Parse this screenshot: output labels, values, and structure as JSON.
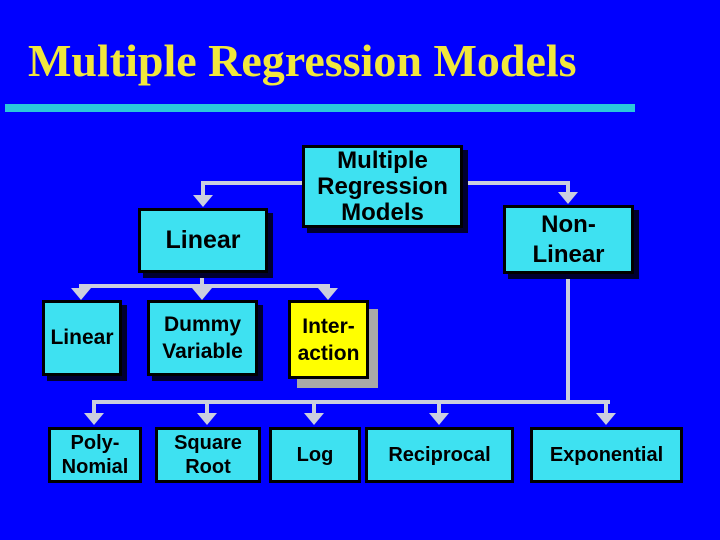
{
  "slide": {
    "title": "Multiple Regression Models"
  },
  "colors": {
    "background": "#0000FF",
    "title_text": "#F1E73D",
    "title_rule": "#2BC7DC",
    "node_fill": "#3EE1F1",
    "node_border": "#000000",
    "node_text": "#000000",
    "highlight_fill": "#FFFF00",
    "highlight_shadow": "#A8A8A8",
    "cyan_node_shadow": "#000030",
    "connector": "#CBCEDE"
  },
  "diagram": {
    "type": "hierarchy-tree",
    "nodes": {
      "root": {
        "label": "Multiple\nRegression\nModels"
      },
      "linear_branch": {
        "label": "Linear"
      },
      "nonlinear_branch": {
        "label": "Non-\nLinear"
      },
      "linear_model": {
        "label": "Linear"
      },
      "dummy_variable": {
        "label": "Dummy\nVariable"
      },
      "interaction": {
        "label": "Inter-\naction",
        "highlighted": true
      },
      "polynomial": {
        "label": "Poly-\nNomial"
      },
      "square_root": {
        "label": "Square\nRoot"
      },
      "log": {
        "label": "Log"
      },
      "reciprocal": {
        "label": "Reciprocal"
      },
      "exponential": {
        "label": "Exponential"
      }
    },
    "edges": [
      {
        "from": "root",
        "to": "linear_branch"
      },
      {
        "from": "root",
        "to": "nonlinear_branch"
      },
      {
        "from": "linear_branch",
        "to": "linear_model"
      },
      {
        "from": "linear_branch",
        "to": "dummy_variable"
      },
      {
        "from": "linear_branch",
        "to": "interaction"
      },
      {
        "from": "nonlinear_branch",
        "to": "polynomial"
      },
      {
        "from": "nonlinear_branch",
        "to": "square_root"
      },
      {
        "from": "nonlinear_branch",
        "to": "log"
      },
      {
        "from": "nonlinear_branch",
        "to": "reciprocal"
      },
      {
        "from": "nonlinear_branch",
        "to": "exponential"
      }
    ]
  }
}
